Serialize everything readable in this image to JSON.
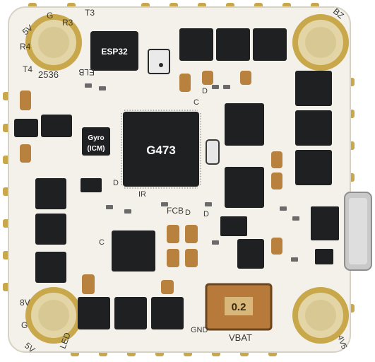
{
  "photo": {
    "labels": {
      "esp32": "ESP32",
      "gyro_line1": "Gyro",
      "gyro_line2": "(ICM)",
      "mcu": "G473",
      "resistor_value": "0.2",
      "silk_t3": "T3",
      "silk_5v_top": "5V",
      "silk_g_top": "G",
      "silk_r3": "R3",
      "silk_r4": "R4",
      "silk_t4": "T4",
      "silk_code": "2536",
      "silk_elb": "ELB",
      "silk_bz": "BZ",
      "silk_ir": "IR",
      "silk_fcb": "FCB",
      "silk_8v": "8V",
      "silk_g_left": "G",
      "silk_5v_left": "5V",
      "silk_led": "LED",
      "silk_gnd": "GND",
      "silk_vbat": "VBAT",
      "silk_4v5": "4V5",
      "silk_c1": "C",
      "silk_c2": "C",
      "silk_d1": "D",
      "silk_d2": "D",
      "silk_d3": "D",
      "silk_d4": "D"
    },
    "colors": {
      "board": "#f3f1ea",
      "chip": "#1e2022",
      "pad_gold": "#c9a84c",
      "pad_light": "#e3d5a6",
      "capacitor": "#b8823e",
      "silkscreen": "#3a3a3a"
    }
  }
}
